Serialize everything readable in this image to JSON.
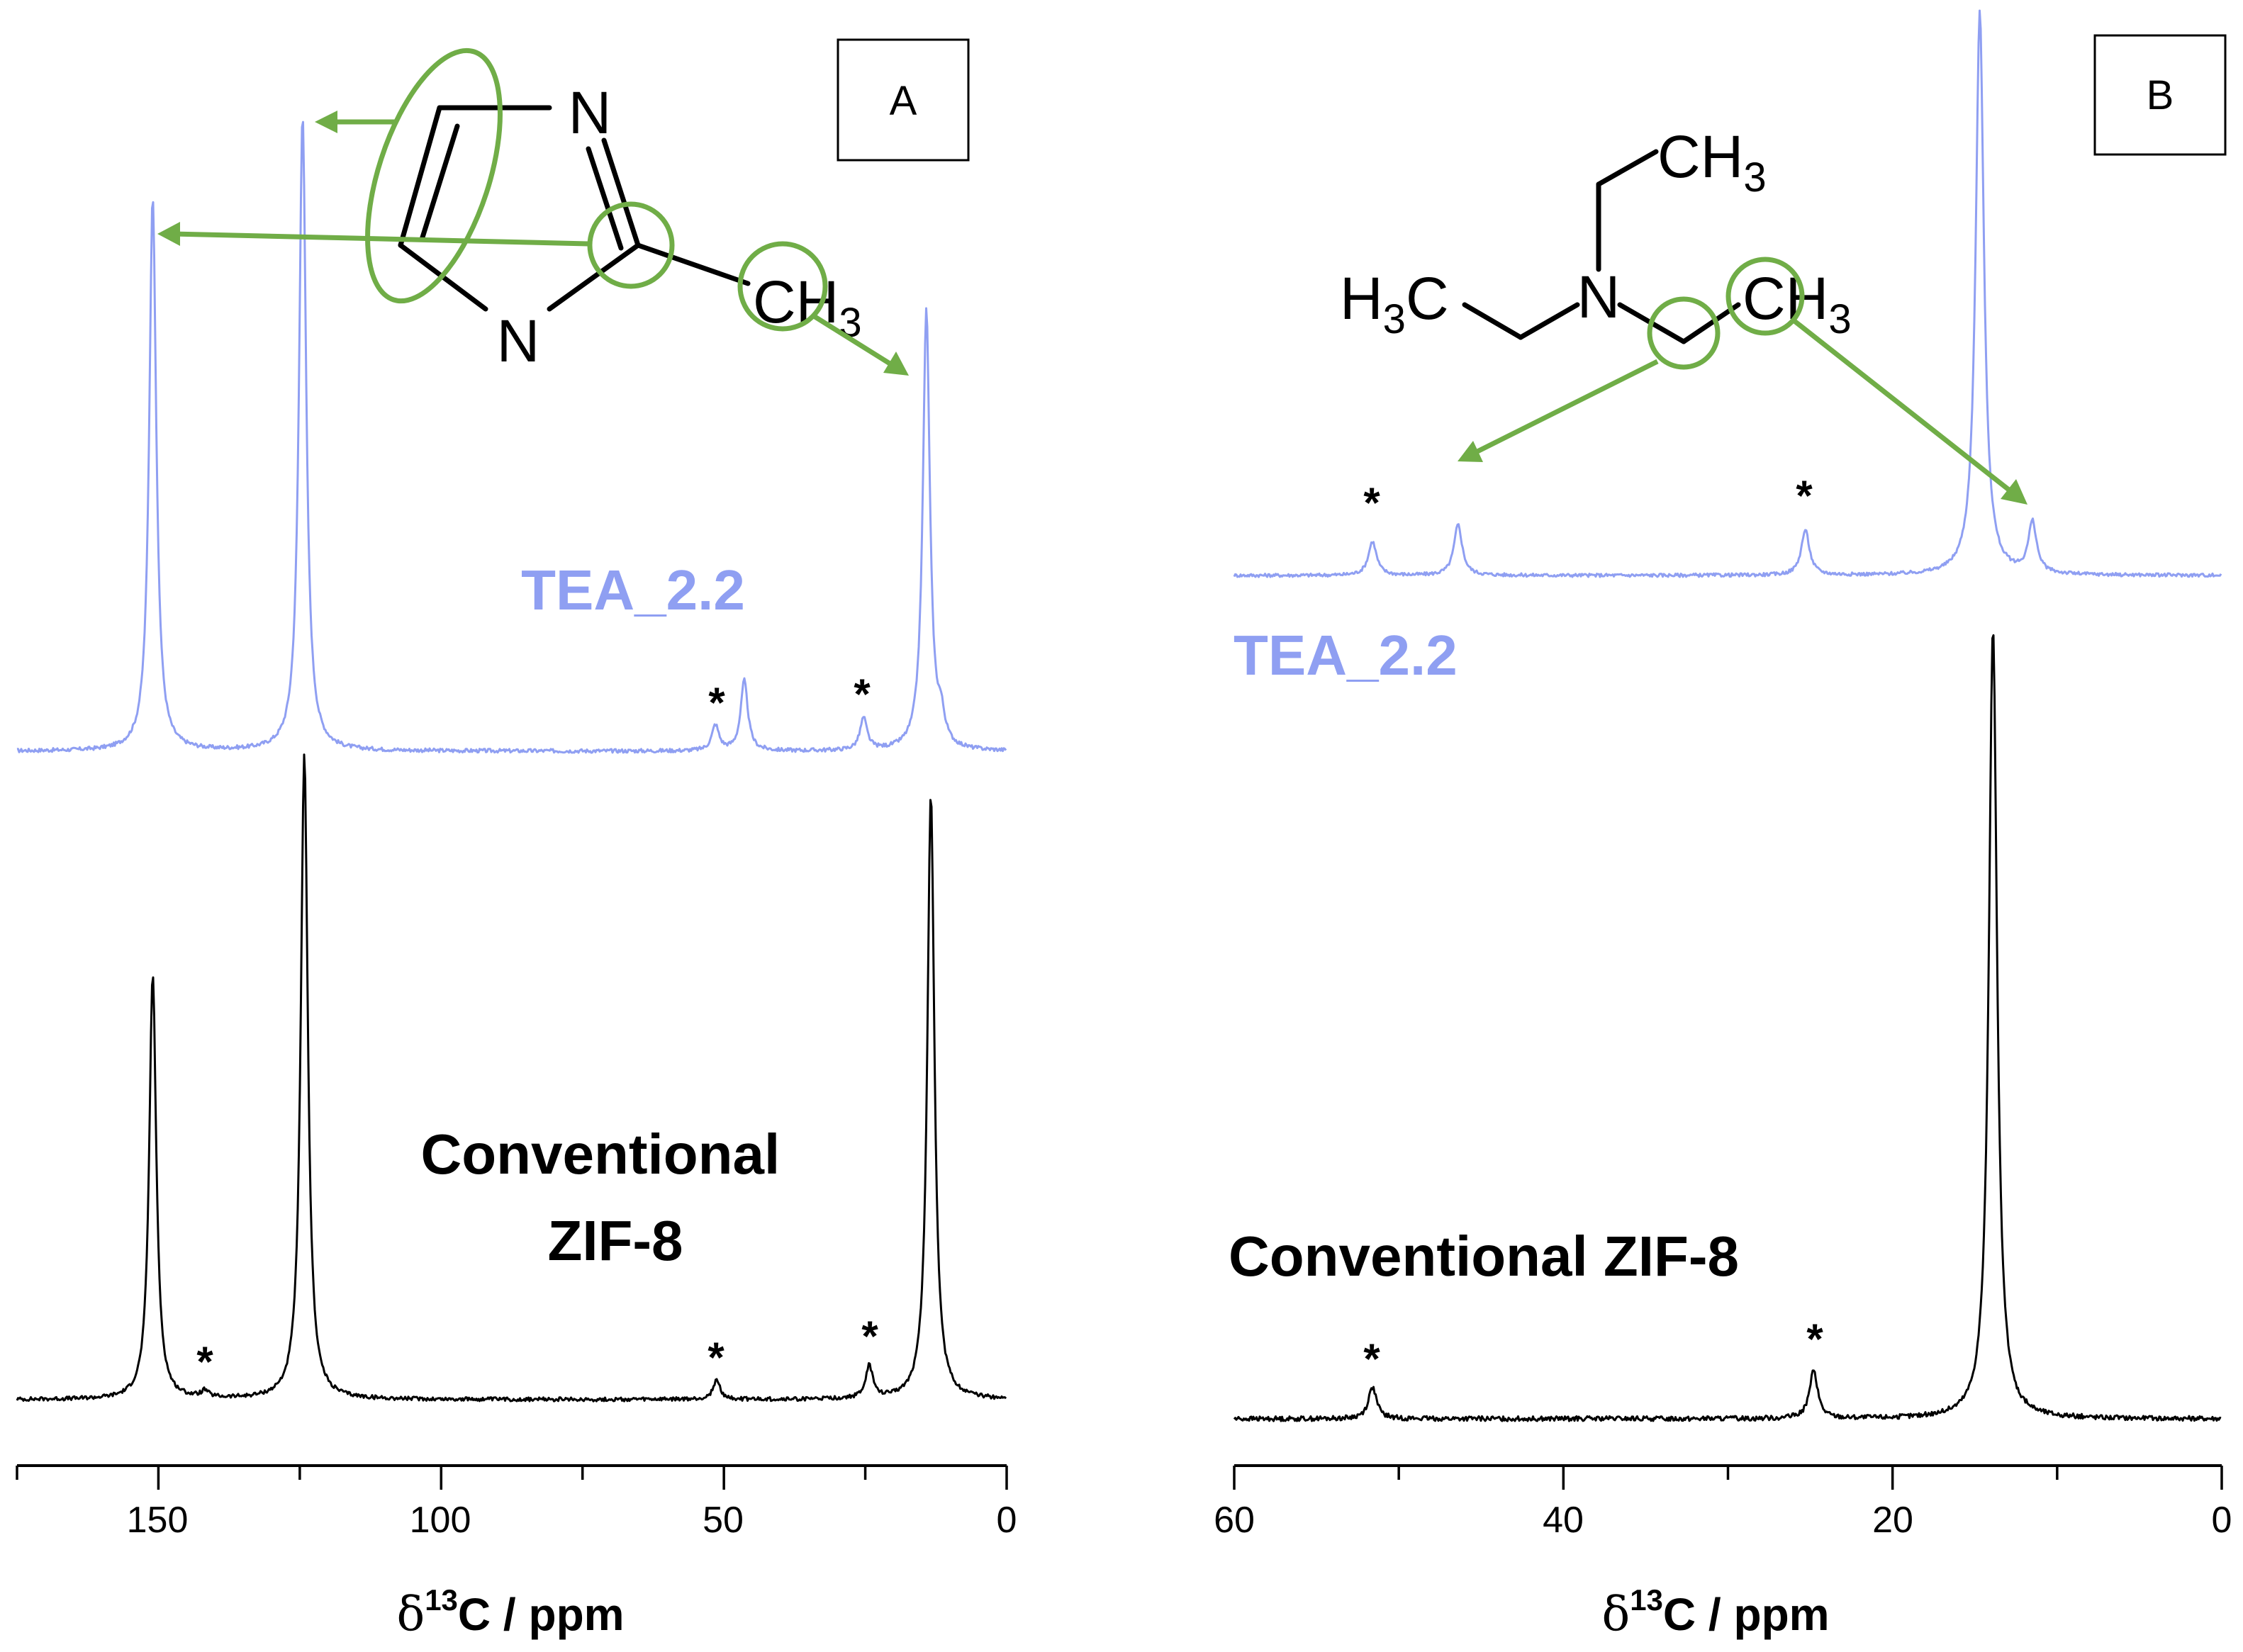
{
  "colors": {
    "tea_series": "#8f9ff2",
    "conventional_series": "#000000",
    "highlight": "#70ad47"
  },
  "chart_data": [
    {
      "panel": "A",
      "type": "line",
      "xlabel": "δ13C / ppm",
      "xlabel_parts": {
        "delta": "δ",
        "sup": "13",
        "rest": "C / ppm"
      },
      "xlim": [
        175,
        0
      ],
      "x_reversed": true,
      "xticks": [
        150,
        100,
        50,
        0
      ],
      "x_minor_ticks": [
        175,
        125,
        75,
        25
      ],
      "y_axis_shown": false,
      "series": [
        {
          "name": "TEA_2.2",
          "color": "#8f9ff2",
          "peaks": [
            {
              "x": 151.0,
              "h": 0.87
            },
            {
              "x": 124.5,
              "h": 1.0
            },
            {
              "x": 51.5,
              "h": 0.04,
              "spinning_sideband": true
            },
            {
              "x": 46.4,
              "h": 0.11
            },
            {
              "x": 25.3,
              "h": 0.05,
              "spinning_sideband": true
            },
            {
              "x": 14.2,
              "h": 0.69
            },
            {
              "x": 11.6,
              "h": 0.04
            }
          ]
        },
        {
          "name": "Conventional ZIF-8",
          "color": "#000000",
          "peaks": [
            {
              "x": 151.0,
              "h": 0.66
            },
            {
              "x": 141.8,
              "h": 0.01,
              "spinning_sideband": true
            },
            {
              "x": 124.2,
              "h": 1.0
            },
            {
              "x": 51.3,
              "h": 0.03,
              "spinning_sideband": true
            },
            {
              "x": 24.3,
              "h": 0.05,
              "spinning_sideband": true
            },
            {
              "x": 13.4,
              "h": 0.94
            }
          ]
        }
      ],
      "sideband_marker": "*",
      "annotations": [
        "TEA_2.2",
        "Conventional",
        "ZIF-8"
      ]
    },
    {
      "panel": "B",
      "type": "line",
      "xlabel": "δ13C / ppm",
      "xlabel_parts": {
        "delta": "δ",
        "sup": "13",
        "rest": "C / ppm"
      },
      "xlim": [
        60,
        0
      ],
      "x_reversed": true,
      "xticks": [
        60,
        40,
        20,
        0
      ],
      "x_minor_ticks": [
        50,
        30,
        10
      ],
      "y_axis_shown": false,
      "series": [
        {
          "name": "TEA_2.2",
          "color": "#8f9ff2",
          "peaks": [
            {
              "x": 51.6,
              "h": 0.06,
              "spinning_sideband": true
            },
            {
              "x": 46.4,
              "h": 0.09
            },
            {
              "x": 25.3,
              "h": 0.08,
              "spinning_sideband": true
            },
            {
              "x": 14.7,
              "h": 1.0
            },
            {
              "x": 11.5,
              "h": 0.09
            }
          ]
        },
        {
          "name": "Conventional ZIF-8",
          "color": "#000000",
          "peaks": [
            {
              "x": 51.6,
              "h": 0.04,
              "spinning_sideband": true
            },
            {
              "x": 24.8,
              "h": 0.06,
              "spinning_sideband": true
            },
            {
              "x": 13.9,
              "h": 1.0
            }
          ]
        }
      ],
      "sideband_marker": "*",
      "annotations": [
        "TEA_2.2",
        "Conventional ZIF-8"
      ]
    }
  ],
  "panels": {
    "a": {
      "label": "A",
      "tea_label": "TEA_2.2",
      "conv_label_line1": "Conventional",
      "conv_label_line2": "ZIF-8",
      "xlabel_delta": "δ",
      "xlabel_sup": "13",
      "xlabel_rest": "C / ppm",
      "tick_labels": [
        "150",
        "100",
        "50",
        "0"
      ],
      "star": "*",
      "molecule": {
        "name": "2-methylimidazole",
        "atom_n1": "N",
        "atom_n2": "N",
        "methyl_main": "CH",
        "methyl_sub": "3"
      }
    },
    "b": {
      "label": "B",
      "tea_label": "TEA_2.2",
      "conv_label": "Conventional ZIF-8",
      "xlabel_delta": "δ",
      "xlabel_sup": "13",
      "xlabel_rest": "C / ppm",
      "tick_labels": [
        "60",
        "40",
        "20",
        "0"
      ],
      "star": "*",
      "molecule": {
        "name": "triethylamine",
        "atom_n": "N",
        "ch3_main": "CH",
        "ch3_sub": "3",
        "h3c_h": "H",
        "h3c_sub": "3",
        "h3c_c": "C"
      }
    }
  }
}
